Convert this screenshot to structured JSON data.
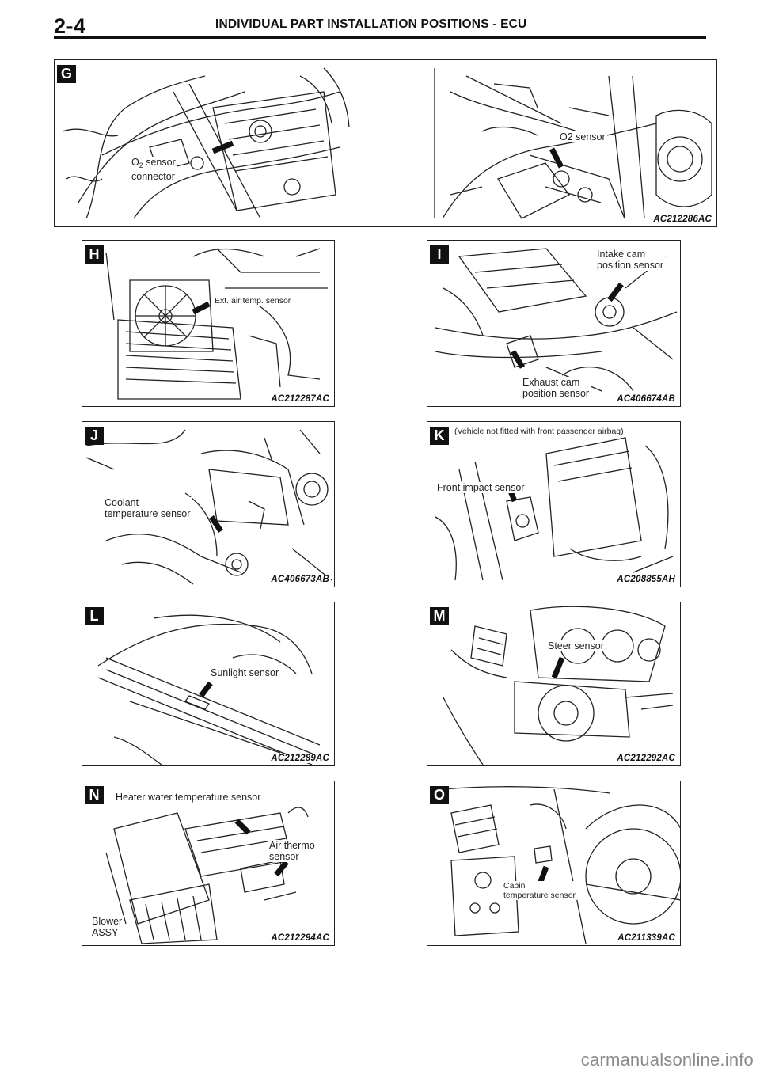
{
  "header": {
    "page_number": "2-4",
    "title": "INDIVIDUAL PART INSTALLATION POSITIONS - ECU"
  },
  "panels": {
    "G": {
      "tag": "G",
      "labels": {
        "o2_connector_prefix": "O",
        "o2_connector_sub": "2",
        "o2_connector_line1_rest": " sensor",
        "o2_connector_line2": "connector",
        "o2_sensor": "O2 sensor"
      },
      "code": "AC212286AC"
    },
    "H": {
      "tag": "H",
      "labels": {
        "ext_air_temp": "Ext. air temp. sensor"
      },
      "code": "AC212287AC"
    },
    "I": {
      "tag": "I",
      "labels": {
        "intake_line1": "Intake cam",
        "intake_line2": "position sensor",
        "exhaust_line1": "Exhaust cam",
        "exhaust_line2": "position sensor"
      },
      "code": "AC406674AB"
    },
    "J": {
      "tag": "J",
      "labels": {
        "coolant_line1": "Coolant",
        "coolant_line2": "temperature sensor"
      },
      "code": "AC406673AB"
    },
    "K": {
      "tag": "K",
      "labels": {
        "note": "(Vehicle not fitted with front passenger airbag)",
        "front_impact": "Front impact sensor"
      },
      "code": "AC208855AH"
    },
    "L": {
      "tag": "L",
      "labels": {
        "sunlight": "Sunlight sensor"
      },
      "code": "AC212289AC"
    },
    "M": {
      "tag": "M",
      "labels": {
        "steer": "Steer sensor"
      },
      "code": "AC212292AC"
    },
    "N": {
      "tag": "N",
      "labels": {
        "heater_water": "Heater water temperature sensor",
        "air_thermo_line1": "Air thermo",
        "air_thermo_line2": "sensor",
        "blower_line1": "Blower",
        "blower_line2": "ASSY"
      },
      "code": "AC212294AC"
    },
    "O": {
      "tag": "O",
      "labels": {
        "cabin_line1": "Cabin",
        "cabin_line2": "temperature sensor"
      },
      "code": "AC211339AC"
    }
  },
  "footer": {
    "watermark": "carmanualsonline.info"
  }
}
